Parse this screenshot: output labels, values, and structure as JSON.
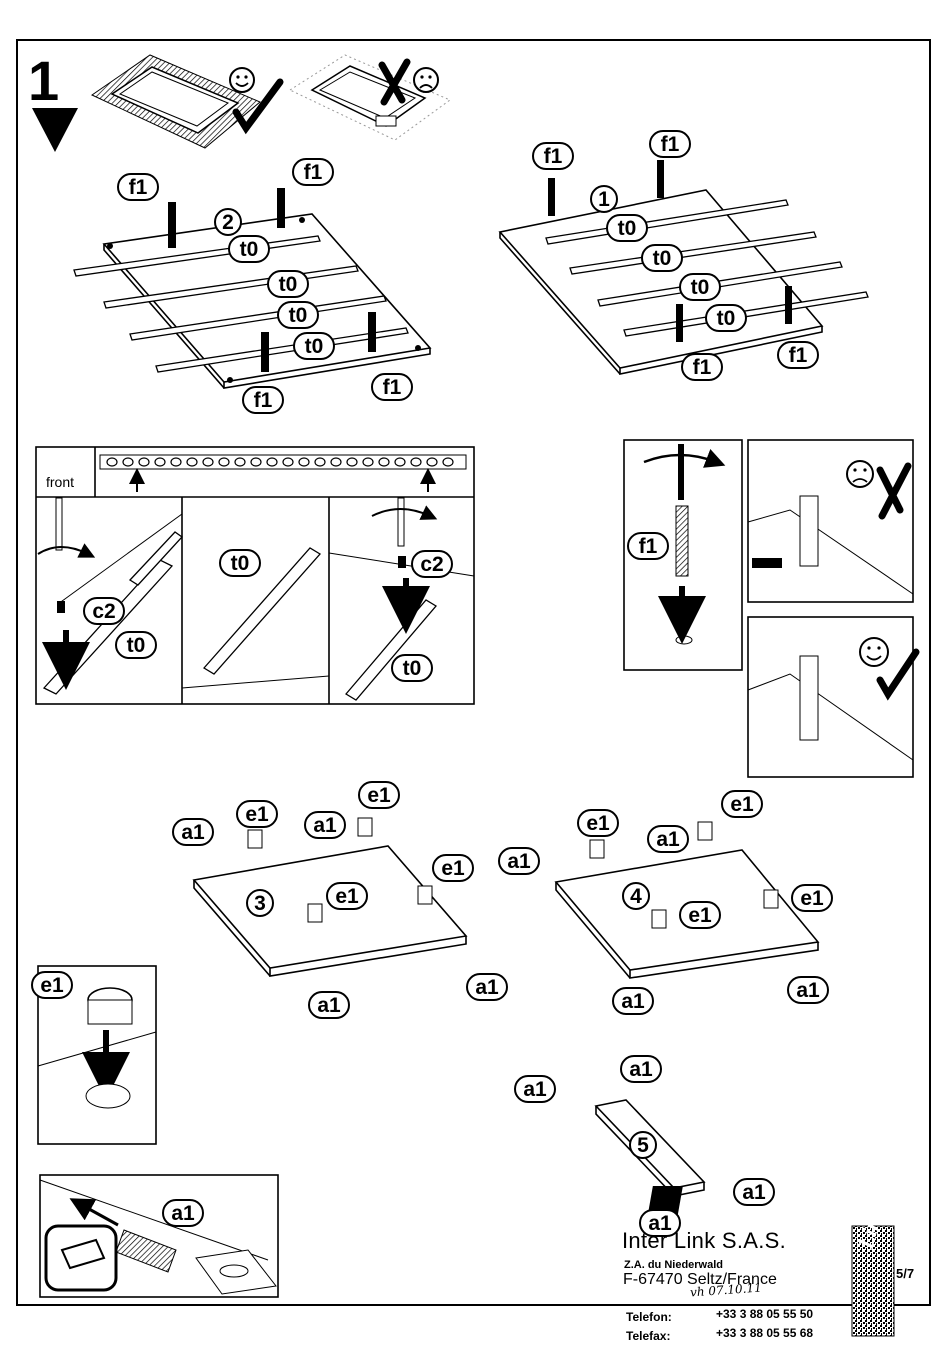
{
  "step_number": "1",
  "labels": {
    "f1": "f1",
    "t0": "t0",
    "c2": "c2",
    "e1": "e1",
    "a1": "a1"
  },
  "part_numbers": [
    "1",
    "2",
    "3",
    "4",
    "5"
  ],
  "rail_strip_label": "front",
  "company": {
    "name": "Inter Link S.A.S.",
    "street": "Z.A. du Niederwald",
    "city": "F-67470 Seltz/France",
    "handwritten_note": "vh 07.10.11",
    "phone_label": "Telefon:",
    "phone": "+33 3 88 05 55 50",
    "fax_label": "Telefax:",
    "fax": "+33 3 88 05 55 68",
    "logo_text": "Link"
  },
  "page_number": "5/7",
  "icons": [
    "happy-face-icon",
    "sad-face-icon",
    "checkmark-icon",
    "cross-icon",
    "down-arrow-icon",
    "rotate-arrow-icon",
    "screwdriver-icon"
  ]
}
